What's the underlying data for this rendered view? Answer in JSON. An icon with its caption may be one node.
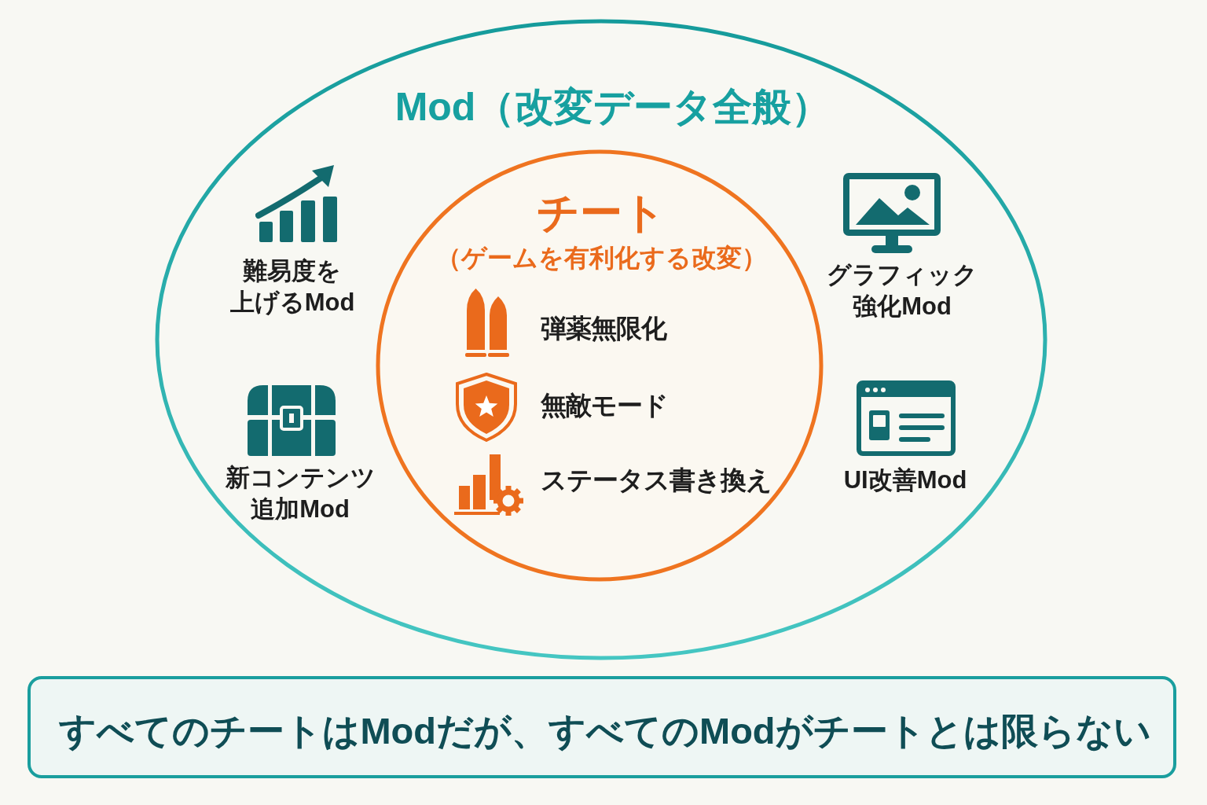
{
  "diagram": {
    "nodes": [
      {
        "text": [
          "Mod（改変データ全般）"
        ]
      },
      {
        "text": [
          "チート",
          "（ゲームを有利化する改変）"
        ],
        "in": 0
      },
      {
        "text": [
          "すべてのチートはModだが、すべてのModがチートとは限らない"
        ]
      }
    ],
    "labels": [
      "難易度を上げるMod",
      "新コンテンツ追加Mod",
      "弾薬無限化",
      "無敵モード",
      "ステータス書き換え",
      "グラフィック強化Mod",
      "UI改善Mod"
    ]
  }
}
